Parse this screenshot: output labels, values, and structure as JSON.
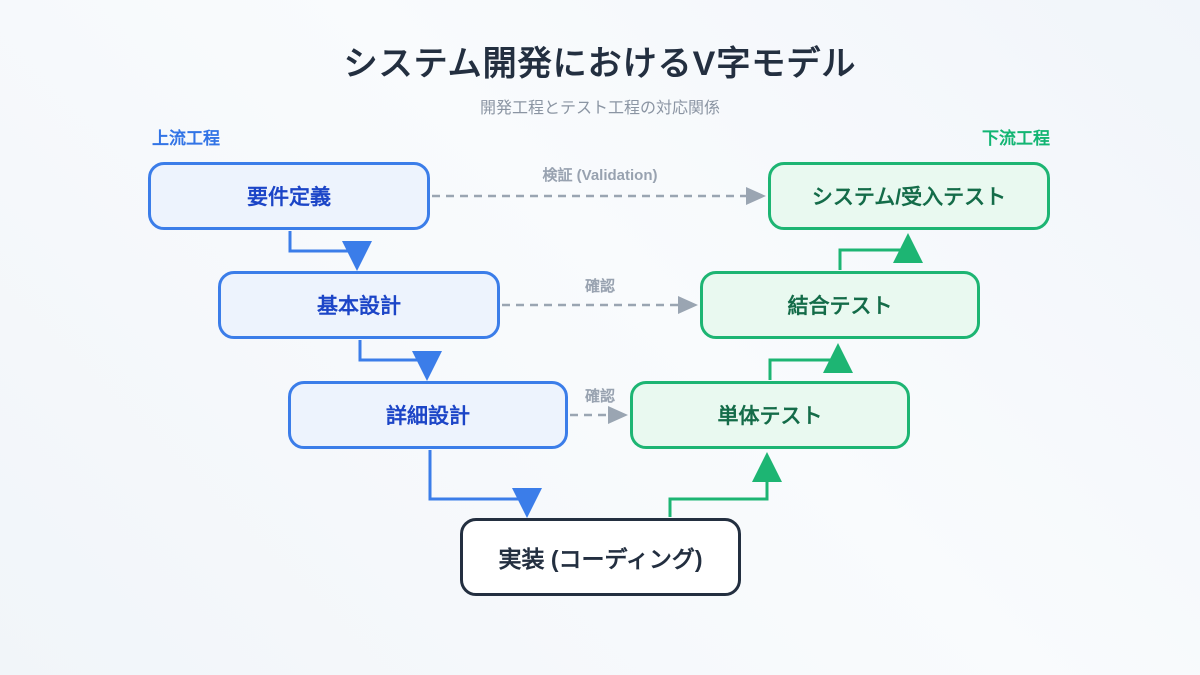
{
  "title": "システム開発におけるV字モデル",
  "subtitle": "開発工程とテスト工程の対応関係",
  "lanes": {
    "upstream": "上流工程",
    "downstream": "下流工程"
  },
  "nodes": {
    "requirements": {
      "label": "要件定義",
      "type": "development"
    },
    "basic_design": {
      "label": "基本設計",
      "type": "development"
    },
    "detailed_design": {
      "label": "詳細設計",
      "type": "development"
    },
    "implementation": {
      "label": "実装 (コーディング)",
      "type": "implementation"
    },
    "unit_test": {
      "label": "単体テスト",
      "type": "test"
    },
    "integration_test": {
      "label": "結合テスト",
      "type": "test"
    },
    "system_acceptance_test": {
      "label": "システム/受入テスト",
      "type": "test"
    }
  },
  "edges": {
    "validation": {
      "label": "検証 (Validation)",
      "from": "requirements",
      "to": "system_acceptance_test",
      "style": "dashed"
    },
    "verification_mid": {
      "label": "確認",
      "from": "basic_design",
      "to": "integration_test",
      "style": "dashed"
    },
    "verification_low": {
      "label": "確認",
      "from": "detailed_design",
      "to": "unit_test",
      "style": "dashed"
    }
  },
  "colors": {
    "dev_border": "#3b7de9",
    "dev_fill": "#edf3fd",
    "dev_text": "#1c45c7",
    "test_border": "#1db573",
    "test_fill": "#e9f9f0",
    "test_text": "#146c49",
    "impl_border": "#232f40",
    "impl_fill": "#ffffff",
    "dashed_arrow": "#9aa5b2",
    "upstream_label": "#3274e6",
    "downstream_label": "#12b573",
    "title_text": "#232f40",
    "subtitle_text": "#8b95a3"
  }
}
